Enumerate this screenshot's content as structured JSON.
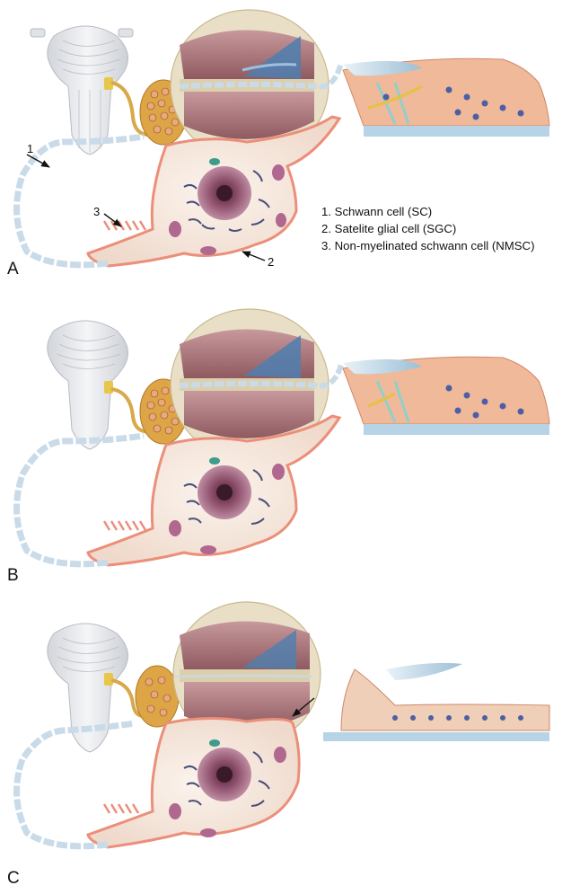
{
  "panels": [
    {
      "letter": "A",
      "stage": "intact"
    },
    {
      "letter": "B",
      "stage": "partial-loss"
    },
    {
      "letter": "C",
      "stage": "complete-loss"
    }
  ],
  "callouts": {
    "sc_number": "1",
    "nmsc_number": "3",
    "sgc_number": "2"
  },
  "legend": {
    "items": [
      "1. Schwann cell (SC)",
      "2. Satelite glial cell (SGC)",
      "3. Non-myelinated schwann cell (NMSC)"
    ]
  },
  "colors": {
    "brainstem": "#e6e7ea",
    "ganglion": "#dda545",
    "neuron_body": "#f4e6db",
    "membrane": "#eb8f7a",
    "nucleus": "#8e4f6c",
    "myelin": "#c9dbe8",
    "bone": "#e8dfc6",
    "cochlear_duct": "#a56f73",
    "organ_of_corti": "#efb99a",
    "tectorial": "#b6d4e6",
    "pillar": "#93cfc9",
    "nerve_fiber": "#e6c243"
  }
}
